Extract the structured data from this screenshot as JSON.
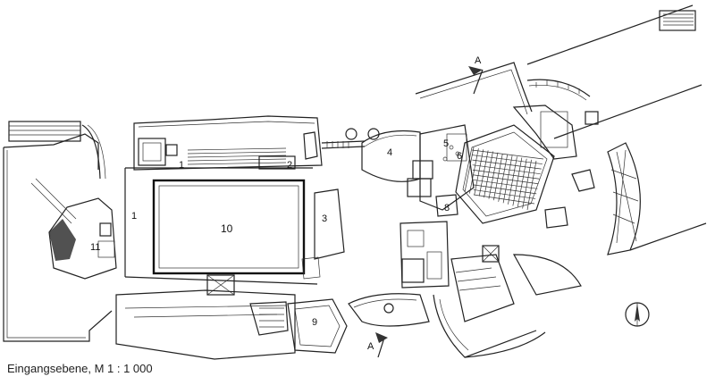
{
  "caption": "Eingangsebene, M 1 : 1 000",
  "section_marker": "A",
  "room_numbers": {
    "r1a": "1",
    "r1b": "1",
    "r2": "2",
    "r3": "3",
    "r4": "4",
    "r5": "5",
    "r6": "6",
    "r8": "8",
    "r9": "9",
    "r10": "10",
    "r11": "11"
  },
  "colors": {
    "line": "#222222",
    "background": "#ffffff"
  },
  "icons": [
    "north-arrow-icon",
    "section-marker-icon"
  ]
}
